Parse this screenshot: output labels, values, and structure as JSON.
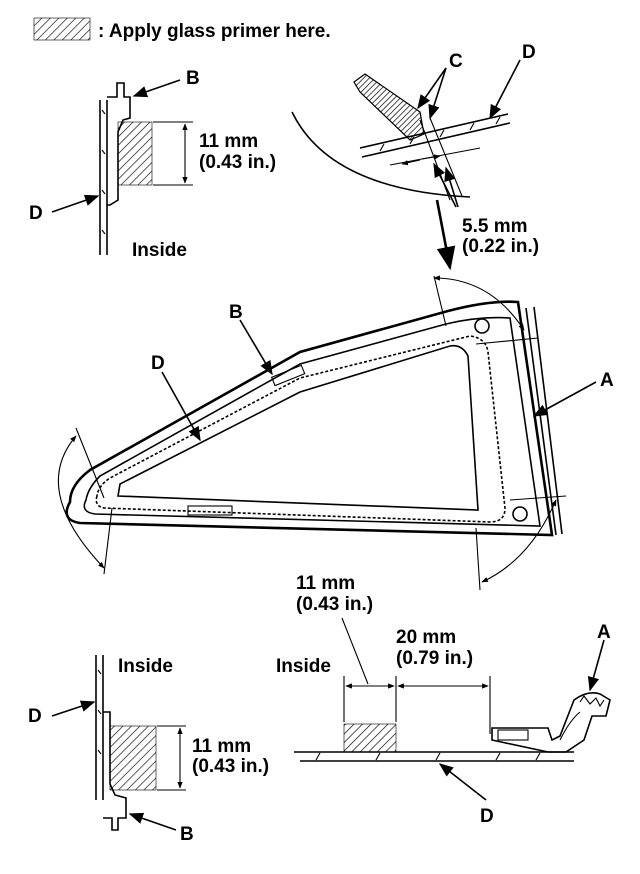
{
  "legend": {
    "text": ": Apply glass primer here."
  },
  "labels": {
    "a": "A",
    "b": "B",
    "c": "C",
    "d": "D",
    "inside": "Inside"
  },
  "dimensions": {
    "d11_mm": "11 mm",
    "d11_in": "(0.43 in.)",
    "d55_mm": "5.5 mm",
    "d55_in": "(0.22 in.)",
    "d20_mm": "20 mm",
    "d20_in": "(0.79 in.)"
  }
}
